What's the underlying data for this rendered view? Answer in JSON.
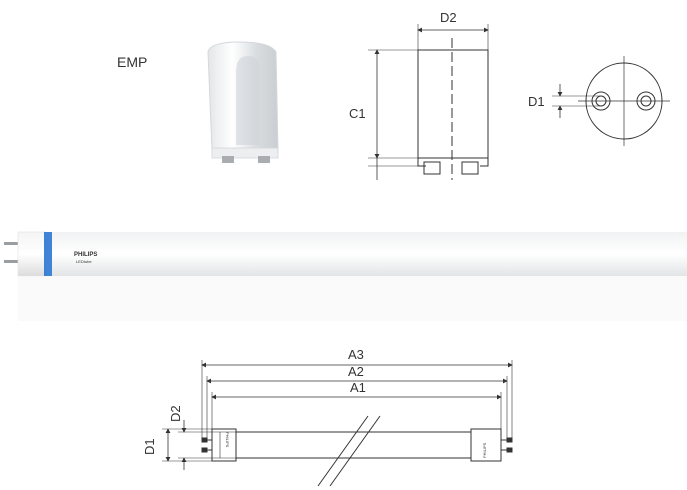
{
  "starter": {
    "model_label": "EMP",
    "dim_height": "C1",
    "dim_width": "D2",
    "dim_pin": "D1"
  },
  "tube": {
    "brand": "PHILIPS",
    "sub_brand": "LEDtube"
  },
  "tube_drawing": {
    "dim_a3": "A3",
    "dim_a2": "A2",
    "dim_a1": "A1",
    "dim_d2": "D2",
    "dim_d1": "D1",
    "endcap_text": "PHILIPS"
  },
  "colors": {
    "line": "#333333",
    "accent_blue": "#1e6fd0"
  }
}
